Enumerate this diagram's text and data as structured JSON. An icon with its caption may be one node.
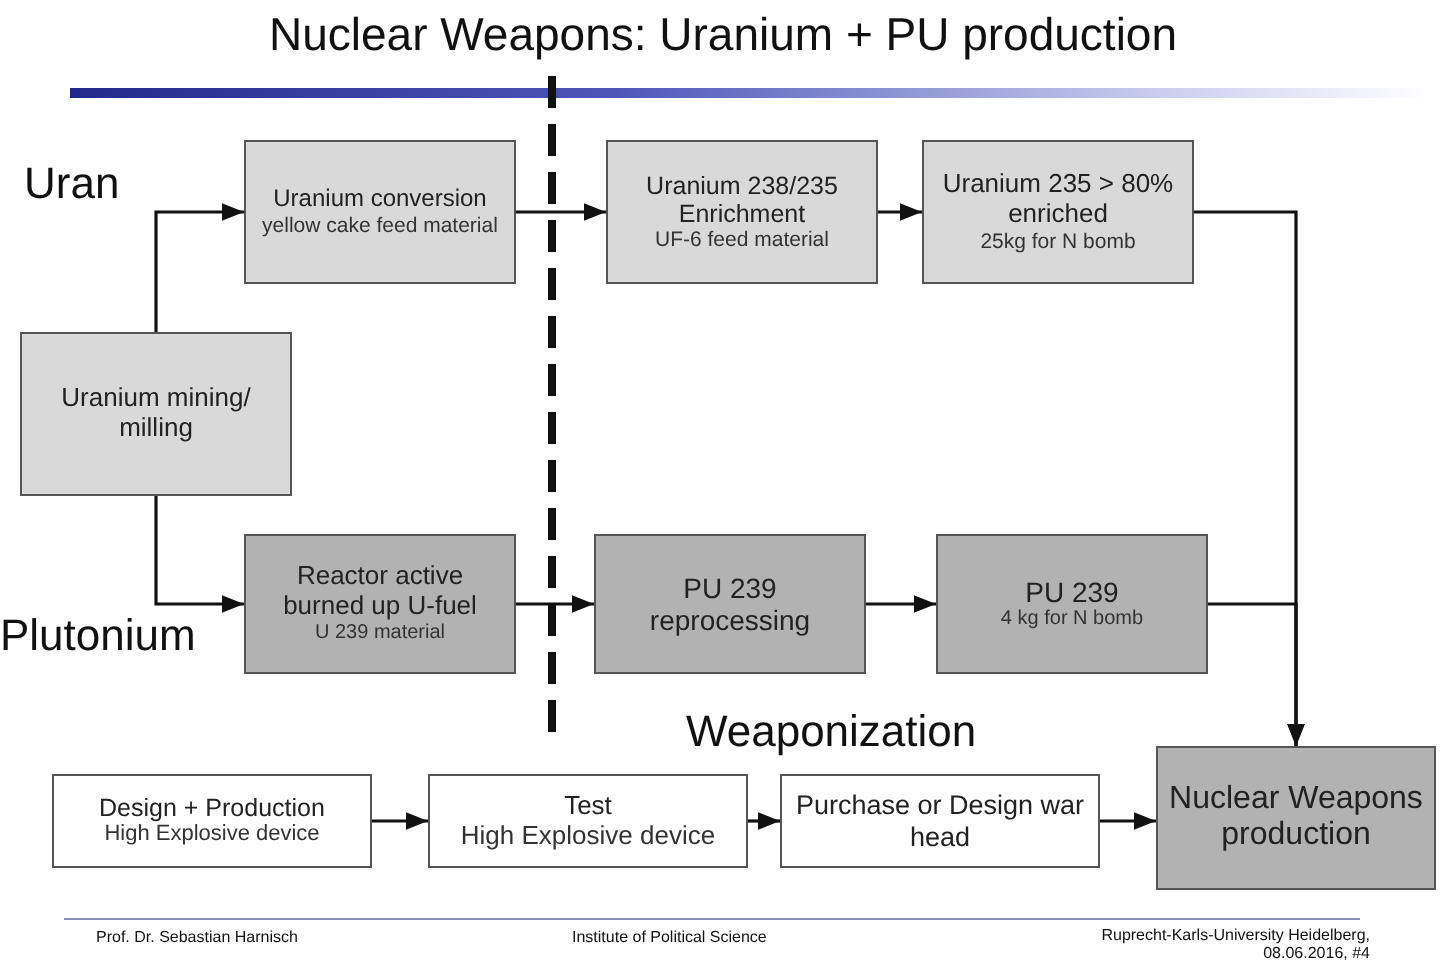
{
  "diagram": {
    "title": "Nuclear Weapons: Uranium + PU production",
    "nodes": [
      {
        "text": [
          "Uranium mining/ milling"
        ]
      },
      {
        "text": [
          "Uranium conversion",
          "yellow cake feed material"
        ]
      },
      {
        "text": [
          "Uranium 238/235 Enrichment",
          "UF-6 feed material"
        ]
      },
      {
        "text": [
          "Uranium 235 > 80% enriched",
          "25kg for N bomb"
        ]
      },
      {
        "text": [
          "Reactor active burned up U-fuel",
          "U 239 material"
        ]
      },
      {
        "text": [
          "PU 239 reprocessing"
        ]
      },
      {
        "text": [
          "PU 239",
          "4 kg for N bomb"
        ]
      },
      {
        "text": [
          "Design + Production",
          "High Explosive device"
        ]
      },
      {
        "text": [
          "Test",
          "High Explosive device"
        ]
      },
      {
        "text": [
          "Purchase or Design war head"
        ]
      },
      {
        "text": [
          "Nuclear Weapons production"
        ]
      }
    ],
    "edges": [
      {
        "from": 0,
        "to": 1,
        "arrow": "to"
      },
      {
        "from": 0,
        "to": 4,
        "arrow": "to"
      },
      {
        "from": 1,
        "to": 2,
        "arrow": "to"
      },
      {
        "from": 2,
        "to": 3,
        "arrow": "to"
      },
      {
        "from": 3,
        "to": 10,
        "arrow": "to"
      },
      {
        "from": 4,
        "to": 5,
        "arrow": "to"
      },
      {
        "from": 5,
        "to": 6,
        "arrow": "to"
      },
      {
        "from": 6,
        "to": 10,
        "arrow": "to"
      },
      {
        "from": 7,
        "to": 8,
        "arrow": "to"
      },
      {
        "from": 8,
        "to": 9,
        "arrow": "to"
      },
      {
        "from": 9,
        "to": 10,
        "arrow": "to"
      }
    ],
    "labels": [
      "Uran",
      "Plutonium",
      "Weaponization",
      "Prof. Dr. Sebastian Harnisch",
      "Institute of Political Science",
      "Ruprecht-Karls-University Heidelberg, 08.06.2016, #4"
    ]
  }
}
